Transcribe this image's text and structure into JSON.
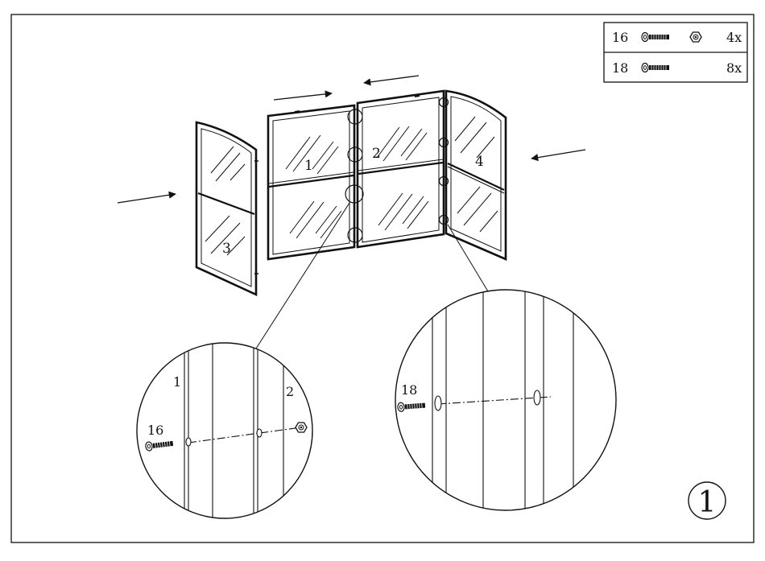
{
  "parts_table": {
    "rows": [
      {
        "part_no": "16",
        "items": [
          "bolt-icon",
          "nut-icon"
        ],
        "quantity": "4x"
      },
      {
        "part_no": "18",
        "items": [
          "bolt-icon"
        ],
        "quantity": "8x"
      }
    ]
  },
  "panels": {
    "panel_1": "1",
    "panel_2": "2",
    "panel_3": "3",
    "panel_4": "4"
  },
  "detail_left": {
    "label_left_panel": "1",
    "label_right_panel": "2",
    "bolt_callout": "16"
  },
  "detail_right": {
    "bolt_callout": "18"
  },
  "step_number": "1",
  "colors": {
    "line": "#111111",
    "background": "#ffffff"
  }
}
